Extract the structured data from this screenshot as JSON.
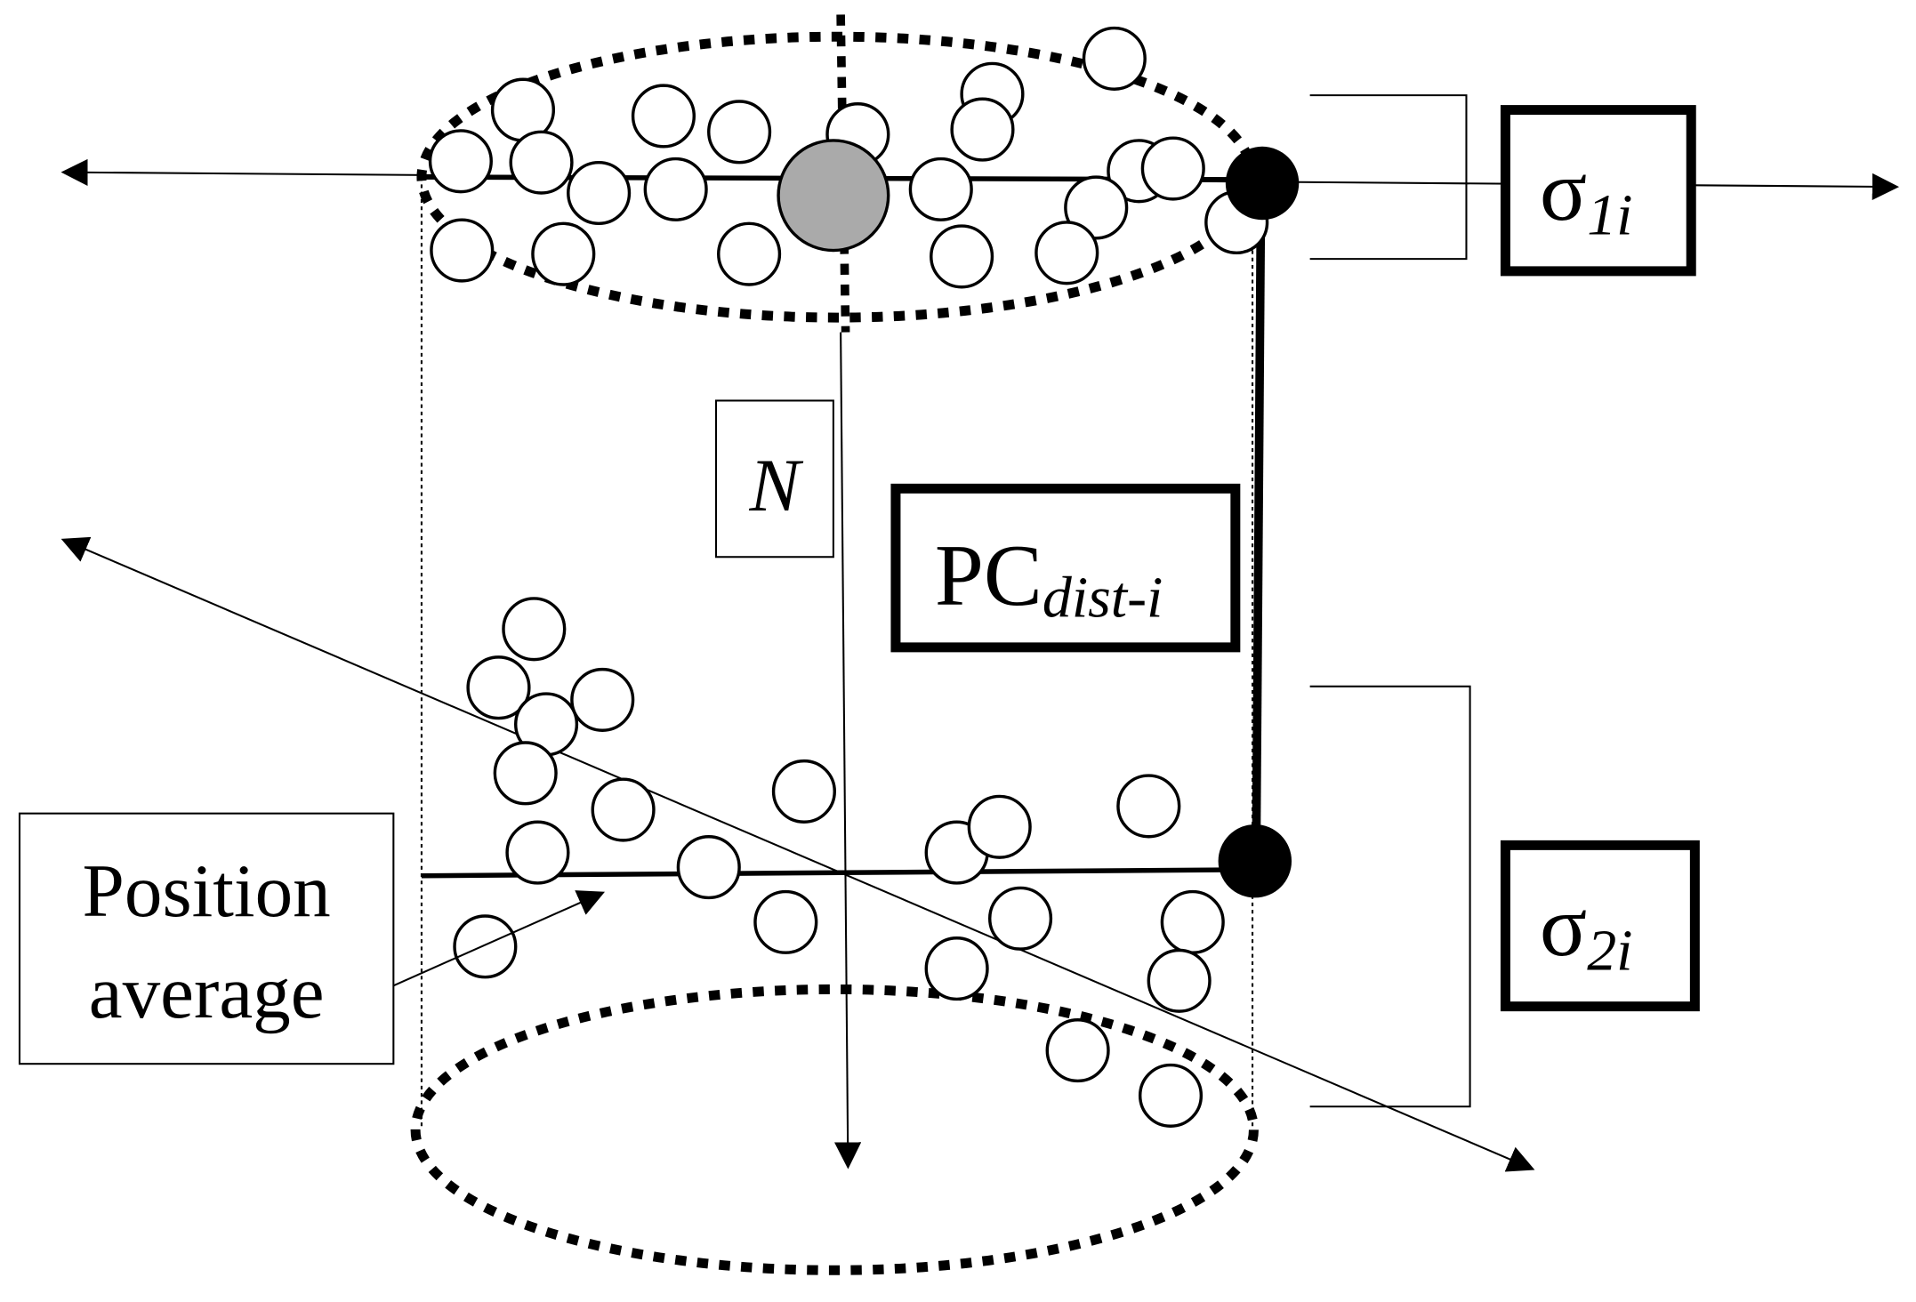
{
  "labels": {
    "n": "N",
    "pc_main": "PC",
    "pc_sub": "dist-i",
    "sigma1_main": "σ",
    "sigma1_sub": "1i",
    "sigma2_main": "σ",
    "sigma2_sub": "2i",
    "position_line1": "Position",
    "position_line2": "average"
  },
  "colors": {
    "stroke": "#000000",
    "highlight_particle": "#aaaaaa",
    "background": "#ffffff"
  }
}
